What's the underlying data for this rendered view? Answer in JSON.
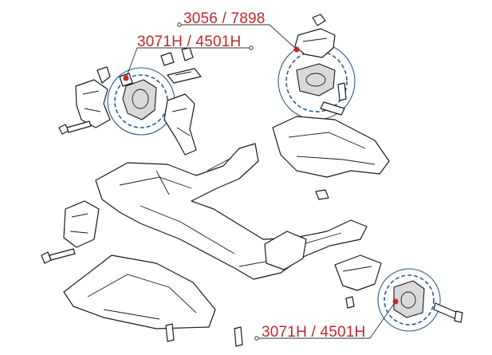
{
  "callouts": {
    "top_right": "3056 / 7898",
    "top_left": "3071H / 4501H",
    "bottom_right": "3071H / 4501H"
  },
  "colors": {
    "callout_text": "#c0272d",
    "highlight_circle": "#2a5b99",
    "line_art": "#1a1a1a"
  }
}
